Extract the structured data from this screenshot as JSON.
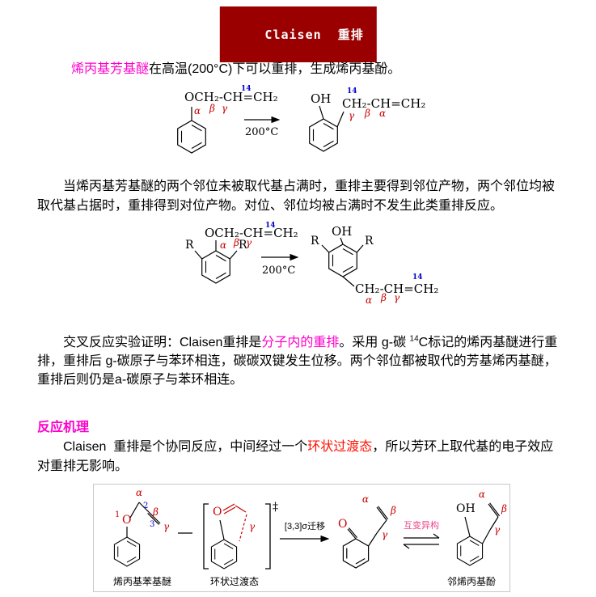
{
  "title": "Claisen  重排",
  "colors": {
    "banner_bg": "#9a0000",
    "magenta": "#ff00cc",
    "red": "#c80000",
    "blue": "#0000c8"
  },
  "para1": {
    "highlight": "烯丙基芳基醚",
    "rest": "在高温(200°C)下可以重排，生成烯丙基酚。"
  },
  "para2": "当烯丙基芳基醚的两个邻位未被取代基占满时，重排主要得到邻位产物，两个邻位均被取代基占据时，重排得到对位产物。对位、邻位均被占满时不发生此类重排反应。",
  "para3": {
    "part1": "交叉反应实验证明：Claisen重排是",
    "highlight": "分子内的重排",
    "part2": "。采用 g-碳 ",
    "isotope": "14",
    "part3": "C标记的烯丙基醚进行重排，重排后 g-碳原子与苯环相连，碳碳双键发生位移。两个邻位都被取代的芳基烯丙基醚，重排后则仍是a-碳原子与苯环相连。"
  },
  "section_heading": "反应机理",
  "para4": {
    "part1": "Claisen  重排是个协同反应，中间经过一个",
    "highlight": "环状过渡态",
    "part2": "，所以芳环上取代基的电子效应对重排无影响。"
  },
  "scheme1": {
    "reactant_chain": "OCH₂-CH=CH₂",
    "isotope": "14",
    "alpha": "α",
    "beta": "β",
    "gamma": "γ",
    "condition": "200°C",
    "oh": "OH",
    "product_chain": "CH₂-CH=CH₂"
  },
  "scheme2": {
    "reactant_chain": "OCH₂-CH=CH₂",
    "isotope": "14",
    "alpha": "α",
    "beta": "β",
    "gamma": "γ",
    "condition": "200°C",
    "r": "R",
    "oh": "OH",
    "product_chain": "CH₂-CH=CH₂"
  },
  "mechanism": {
    "reactant_caption": "烯丙基苯基醚",
    "ts_caption": "环状过渡态",
    "shift_label": "[3,3]σ迁移",
    "tautomer_label": "互变异构",
    "product_caption": "邻烯丙基酚",
    "o": "O",
    "oh": "OH",
    "n1": "1",
    "n2": "2",
    "n3": "3",
    "alpha": "α",
    "beta": "β",
    "gamma": "γ",
    "dagger": "‡"
  }
}
